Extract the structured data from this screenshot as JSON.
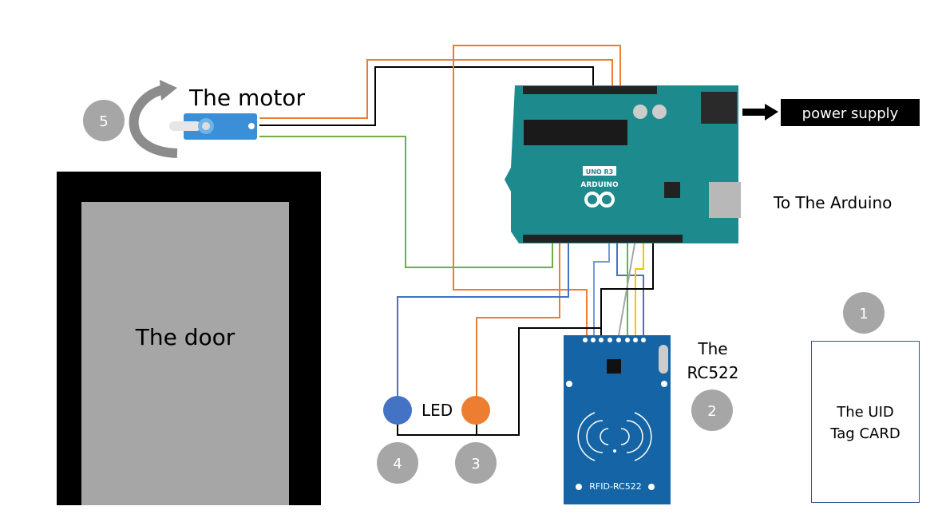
{
  "labels": {
    "motor": "The motor",
    "door": "The door",
    "power_supply": "power supply",
    "to_arduino": "To The Arduino",
    "rc522_line1": "The",
    "rc522_line2": "RC522",
    "led": "LED",
    "card_line1": "The UID",
    "card_line2": "Tag CARD",
    "rfid_board": "RFID-RC522",
    "arduino_board": "ARDUINO",
    "arduino_model": "UNO R3"
  },
  "steps": [
    "1",
    "2",
    "3",
    "4",
    "5"
  ],
  "colors": {
    "orange": "#ed7d31",
    "black": "#000000",
    "green": "#70ad47",
    "blue": "#4472c4",
    "light_blue": "#6f9fd8",
    "gray": "#a6a6a6",
    "yellow": "#ffc000",
    "arduino": "#1d8a8e",
    "rc522": "#1565a6"
  }
}
